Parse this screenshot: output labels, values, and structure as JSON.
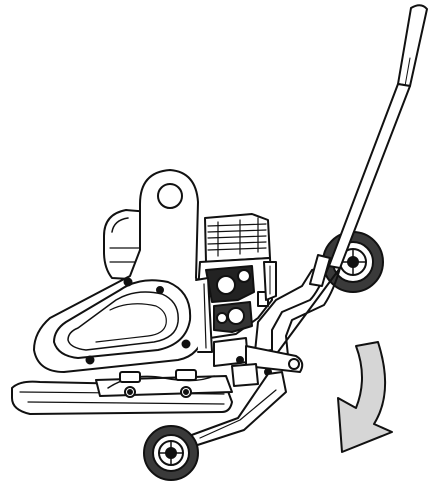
{
  "figure": {
    "subject": "plate-compactor",
    "depicts": [
      "handle",
      "engine",
      "belt-guard",
      "lifting-eye",
      "base-plate",
      "transport-wheel",
      "rotation-arrow"
    ],
    "line_color": "#111111",
    "fill_color": "#ffffff",
    "wheel_tire_color": "#333333",
    "arrow_fill_color": "#d6d6d6"
  }
}
